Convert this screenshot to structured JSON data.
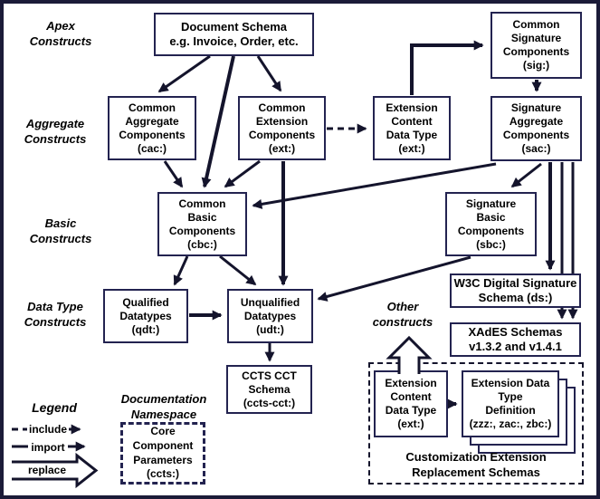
{
  "diagram": {
    "row_labels": {
      "apex": "Apex\nConstructs",
      "aggregate": "Aggregate\nConstructs",
      "basic": "Basic\nConstructs",
      "datatype": "Data Type\nConstructs",
      "other": "Other\nconstructs",
      "documentation_namespace": "Documentation\nNamespace"
    },
    "nodes": {
      "document_schema": {
        "label": "Document Schema\ne.g. Invoice, Order, etc."
      },
      "common_signature": {
        "label": "Common\nSignature\nComponents\n(sig:)"
      },
      "common_aggregate": {
        "label": "Common\nAggregate\nComponents\n(cac:)"
      },
      "common_extension": {
        "label": "Common\nExtension\nComponents\n(ext:)"
      },
      "extension_content": {
        "label": "Extension\nContent\nData Type\n(ext:)"
      },
      "signature_aggregate": {
        "label": "Signature\nAggregate\nComponents\n(sac:)"
      },
      "common_basic": {
        "label": "Common\nBasic\nComponents\n(cbc:)"
      },
      "signature_basic": {
        "label": "Signature\nBasic\nComponents\n(sbc:)"
      },
      "qualified_datatypes": {
        "label": "Qualified\nDatatypes\n(qdt:)"
      },
      "unqualified_datatypes": {
        "label": "Unqualified\nDatatypes\n(udt:)"
      },
      "w3c_ds": {
        "label": "W3C Digital Signature\nSchema (ds:)"
      },
      "xades": {
        "label": "XAdES Schemas\nv1.3.2 and v1.4.1"
      },
      "ccts_cct": {
        "label": "CCTS CCT\nSchema\n(ccts-cct:)"
      },
      "extension_content_repl": {
        "label": "Extension\nContent\nData Type\n(ext:)"
      },
      "extension_dtd": {
        "label": "Extension Data\nType\nDefinition\n(zzz:, zac:, zbc:)"
      },
      "core_component_params": {
        "label": "Core\nComponent\nParameters\n(ccts:)"
      }
    },
    "containers": {
      "customization": {
        "label": "Customization Extension\nReplacement Schemas"
      }
    },
    "legend": {
      "title": "Legend",
      "include_label": "include",
      "import_label": "import",
      "replace_label": "replace"
    },
    "edges": [
      {
        "from": "document_schema",
        "to": "common_aggregate",
        "type": "import"
      },
      {
        "from": "document_schema",
        "to": "common_extension",
        "type": "import"
      },
      {
        "from": "document_schema",
        "to": "common_basic",
        "type": "import"
      },
      {
        "from": "common_aggregate",
        "to": "common_basic",
        "type": "import"
      },
      {
        "from": "common_extension",
        "to": "common_basic",
        "type": "import"
      },
      {
        "from": "common_extension",
        "to": "extension_content",
        "type": "include"
      },
      {
        "from": "common_extension",
        "to": "unqualified_datatypes",
        "type": "import"
      },
      {
        "from": "extension_content",
        "to": "common_signature",
        "type": "import"
      },
      {
        "from": "common_signature",
        "to": "signature_aggregate",
        "type": "import"
      },
      {
        "from": "signature_aggregate",
        "to": "common_basic",
        "type": "import"
      },
      {
        "from": "signature_aggregate",
        "to": "signature_basic",
        "type": "import"
      },
      {
        "from": "signature_aggregate",
        "to": "w3c_ds",
        "type": "import"
      },
      {
        "from": "signature_aggregate",
        "to": "xades",
        "type": "import"
      },
      {
        "from": "signature_aggregate",
        "to": "xades",
        "type": "import"
      },
      {
        "from": "signature_basic",
        "to": "unqualified_datatypes",
        "type": "import"
      },
      {
        "from": "common_basic",
        "to": "qualified_datatypes",
        "type": "import"
      },
      {
        "from": "common_basic",
        "to": "unqualified_datatypes",
        "type": "import"
      },
      {
        "from": "qualified_datatypes",
        "to": "unqualified_datatypes",
        "type": "import"
      },
      {
        "from": "unqualified_datatypes",
        "to": "ccts_cct",
        "type": "import"
      },
      {
        "from": "extension_content_repl",
        "to": "extension_dtd",
        "type": "import"
      },
      {
        "from": "customization",
        "to": "other_constructs",
        "type": "replace"
      }
    ],
    "colors": {
      "box_border": "#232350",
      "line": "#14142c",
      "frame": "#1b1b38",
      "background": "#ffffff"
    }
  }
}
